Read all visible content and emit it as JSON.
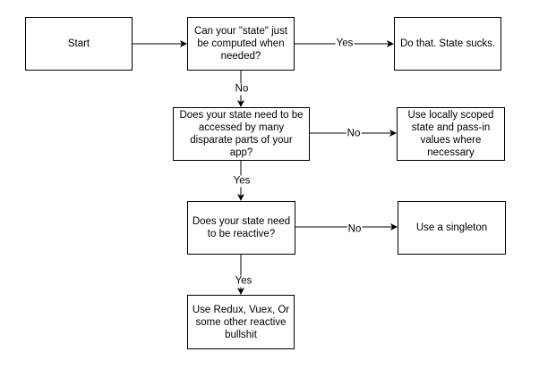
{
  "nodes": {
    "start": "Start",
    "q_computed": "Can your \"state\" just be computed when needed?",
    "do_that": "Do that. State sucks.",
    "q_accessed": "Does your state need to be accessed by many disparate parts of your app?",
    "local_scoped": "Use locally scoped state and pass-in values where necessary",
    "q_reactive": "Does your state need to be reactive?",
    "singleton": "Use a singleton",
    "redux": "Use Redux, Vuex, Or some other reactive bullshit"
  },
  "edges": {
    "computed_yes": "Yes",
    "computed_no": "No",
    "accessed_no": "No",
    "accessed_yes": "Yes",
    "reactive_no": "No",
    "reactive_yes": "Yes"
  }
}
